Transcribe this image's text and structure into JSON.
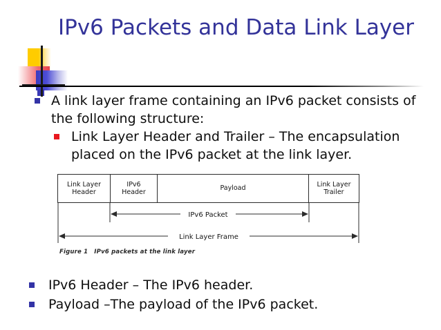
{
  "slide": {
    "title": "IPv6 Packets and Data Link Layer",
    "title_color": "#333399",
    "background_color": "#ffffff"
  },
  "logo": {
    "name": "decorative-corner-logo",
    "colors": {
      "yellow": "#ffcc00",
      "red": "#e8434b",
      "blue": "#3b3bbf",
      "cross": "#1a1a1a"
    }
  },
  "bullets": [
    {
      "level": 1,
      "marker_color": "#3333a6",
      "text": "A link layer frame containing an IPv6 packet consists of the following structure:"
    },
    {
      "level": 2,
      "marker_color": "#e8181f",
      "text": "Link Layer Header and Trailer – The encapsulation placed on the IPv6 packet at the link layer."
    },
    {
      "level": 1,
      "marker_color": "#3333a6",
      "text": "IPv6 Header – The IPv6 header."
    },
    {
      "level": 1,
      "marker_color": "#3333a6",
      "text": "Payload –The payload of the IPv6 packet."
    }
  ],
  "figure": {
    "cells": [
      {
        "label": "Link Layer\nHeader"
      },
      {
        "label": "IPv6\nHeader"
      },
      {
        "label": "Payload"
      },
      {
        "label": "Link Layer\nTrailer"
      }
    ],
    "measures": [
      {
        "label": "IPv6 Packet",
        "spans": "IPv6 Header + Payload"
      },
      {
        "label": "Link Layer Frame",
        "spans": "entire frame"
      }
    ],
    "caption_number": "Figure 1",
    "caption_text": "IPv6 packets at the link layer"
  }
}
